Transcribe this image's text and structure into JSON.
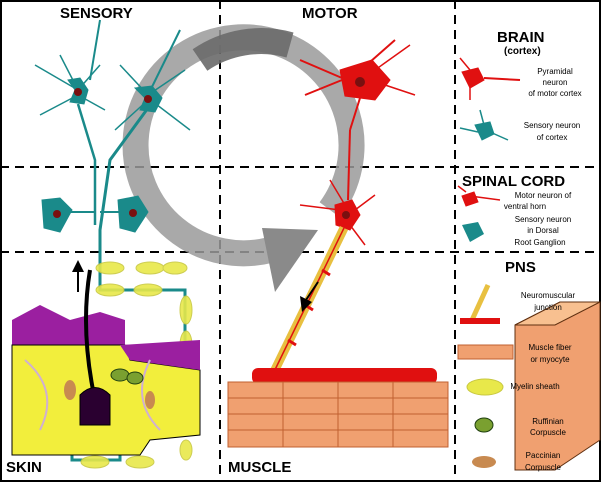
{
  "sections": {
    "sensory": "SENSORY",
    "motor": "MOTOR",
    "skin": "SKIN",
    "muscle": "MUSCLE"
  },
  "legend": {
    "brain": {
      "title": "BRAIN",
      "subtitle": "(cortex)"
    },
    "pyramidal": [
      "Pyramidal",
      "neuron",
      "of motor cortex"
    ],
    "sensory_cortex": [
      "Sensory neuron",
      "of cortex"
    ],
    "spinal": {
      "title": "SPINAL CORD"
    },
    "motor_ventral": [
      "Motor neuron of",
      "ventral horn"
    ],
    "sensory_drg": [
      "Sensory neuron",
      "in Dorsal",
      "Root Ganglion"
    ],
    "pns": {
      "title": "PNS"
    },
    "nmj": [
      "Neuromuscular",
      "junction"
    ],
    "muscle_fiber": [
      "Muscle fiber",
      "or myocyte"
    ],
    "myelin": [
      "Myelin sheath"
    ],
    "ruffinian": [
      "Ruffinian",
      "Corpuscle"
    ],
    "paccinian": [
      "Paccinian",
      "Corpuscle"
    ]
  },
  "colors": {
    "sensory": "#1a8a8a",
    "motor": "#e01010",
    "myelin": "#e8e84a",
    "skin_purple": "#9b1fa0",
    "skin_yellow": "#f2ee3c",
    "muscle": "#f0a070",
    "arrow_gray": "#9a9a9a"
  }
}
